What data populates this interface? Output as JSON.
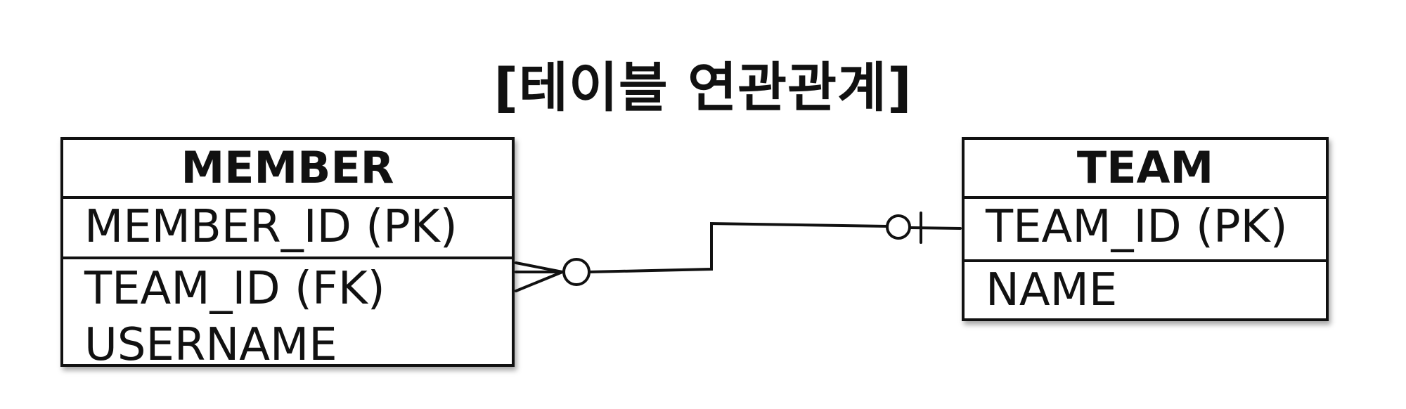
{
  "title": "[테이블 연관관계]",
  "tables": {
    "member": {
      "name": "MEMBER",
      "sections": [
        {
          "fields": [
            "MEMBER_ID (PK)"
          ]
        },
        {
          "fields": [
            "TEAM_ID (FK)",
            "USERNAME"
          ]
        }
      ]
    },
    "team": {
      "name": "TEAM",
      "sections": [
        {
          "fields": [
            "TEAM_ID (PK)"
          ]
        },
        {
          "fields": [
            "NAME"
          ]
        }
      ]
    }
  },
  "relationship": {
    "from": "MEMBER.TEAM_ID (FK)",
    "to": "TEAM.TEAM_ID (PK)",
    "from_end": "zero-or-many",
    "to_end": "zero-or-one"
  }
}
